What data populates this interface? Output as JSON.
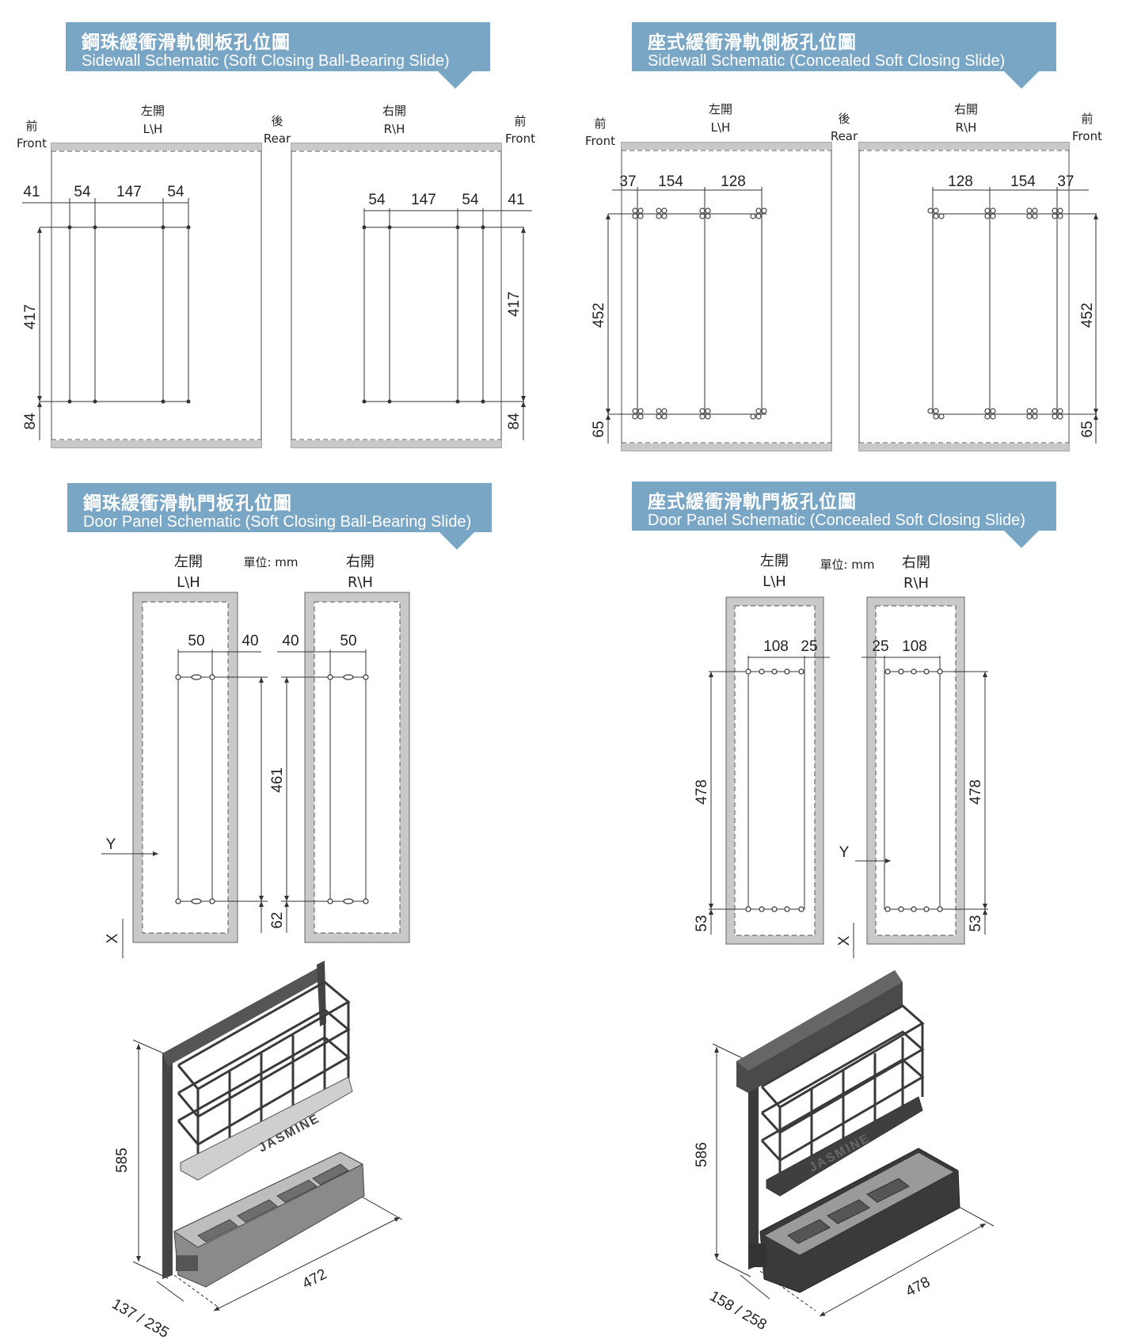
{
  "banners": [
    {
      "zh": "鋼珠緩衝滑軌側板孔位圖",
      "en": "Sidewall  Schematic (Soft Closing Ball-Bearing Slide)"
    },
    {
      "zh": "座式緩衝滑軌側板孔位圖",
      "en": "Sidewall  Schematic (Concealed Soft Closing Slide)"
    },
    {
      "zh": "鋼珠緩衝滑軌門板孔位圖",
      "en": "Door Panel Schematic (Soft Closing Ball-Bearing Slide)"
    },
    {
      "zh": "座式緩衝滑軌門板孔位圖",
      "en": "Door Panel Schematic (Concealed Soft Closing Slide)"
    }
  ],
  "labels": {
    "front_zh": "前",
    "front_en": "Front",
    "rear_zh": "後",
    "rear_en": "Rear",
    "left_zh": "左開",
    "left_en": "L\\H",
    "right_zh": "右開",
    "right_en": "R\\H",
    "unit": "單位: mm",
    "y": "Y",
    "x": "X"
  },
  "dims": {
    "sw1_left": [
      "41",
      "54",
      "147",
      "54"
    ],
    "sw1_right": [
      "54",
      "147",
      "54",
      "41"
    ],
    "sw1_height": "417",
    "sw1_bottom": "84",
    "sw2_left": [
      "37",
      "154",
      "128"
    ],
    "sw2_right": [
      "128",
      "154",
      "37"
    ],
    "sw2_height": "452",
    "sw2_bottom": "65",
    "dp1_a": "50",
    "dp1_b": "40",
    "dp1_height": "461",
    "dp1_bottom": "62",
    "dp2_a": "108",
    "dp2_b": "25",
    "dp2_height": "478",
    "dp2_bottom": "53",
    "p1_height": "585",
    "p1_depth": "137 / 235",
    "p1_width": "472",
    "p2_height": "586",
    "p2_depth": "158 / 258",
    "p2_width": "478"
  },
  "colors": {
    "banner": "#7aa6c6",
    "panel": "#c9c9c9",
    "line": "#333333",
    "product": "#3a3a3a",
    "product_grey": "#8a8a8a"
  },
  "product_brand": "JASMINE"
}
